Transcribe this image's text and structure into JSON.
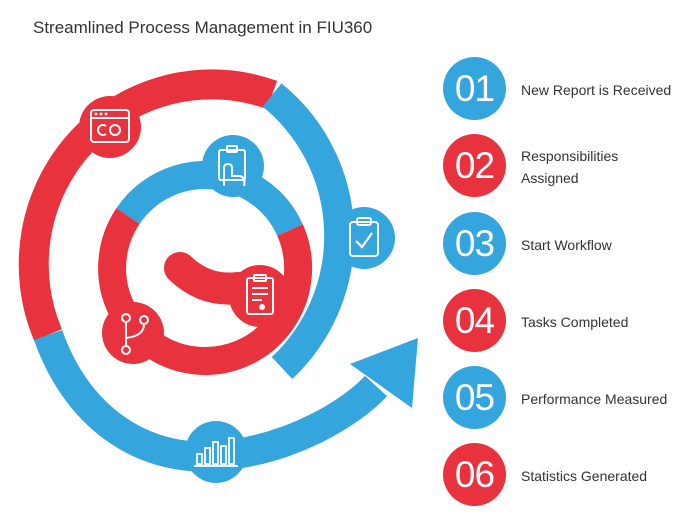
{
  "title": "Streamlined Process Management in FIU360",
  "colors": {
    "blue": "#35A5DD",
    "red": "#E8333F"
  },
  "steps": [
    {
      "number": "01",
      "label": "New Report is Received",
      "color": "blue"
    },
    {
      "number": "02",
      "label": "Responsibilities Assigned",
      "color": "red"
    },
    {
      "number": "03",
      "label": "Start Workflow",
      "color": "blue"
    },
    {
      "number": "04",
      "label": "Tasks Completed",
      "color": "red"
    },
    {
      "number": "05",
      "label": "Performance Measured",
      "color": "blue"
    },
    {
      "number": "06",
      "label": "Statistics Generated",
      "color": "red"
    }
  ],
  "spiral_icons": [
    "browser-window-icon",
    "hand-touch-icon",
    "clipboard-check-icon",
    "document-report-icon",
    "branch-workflow-icon",
    "bar-chart-icon"
  ]
}
